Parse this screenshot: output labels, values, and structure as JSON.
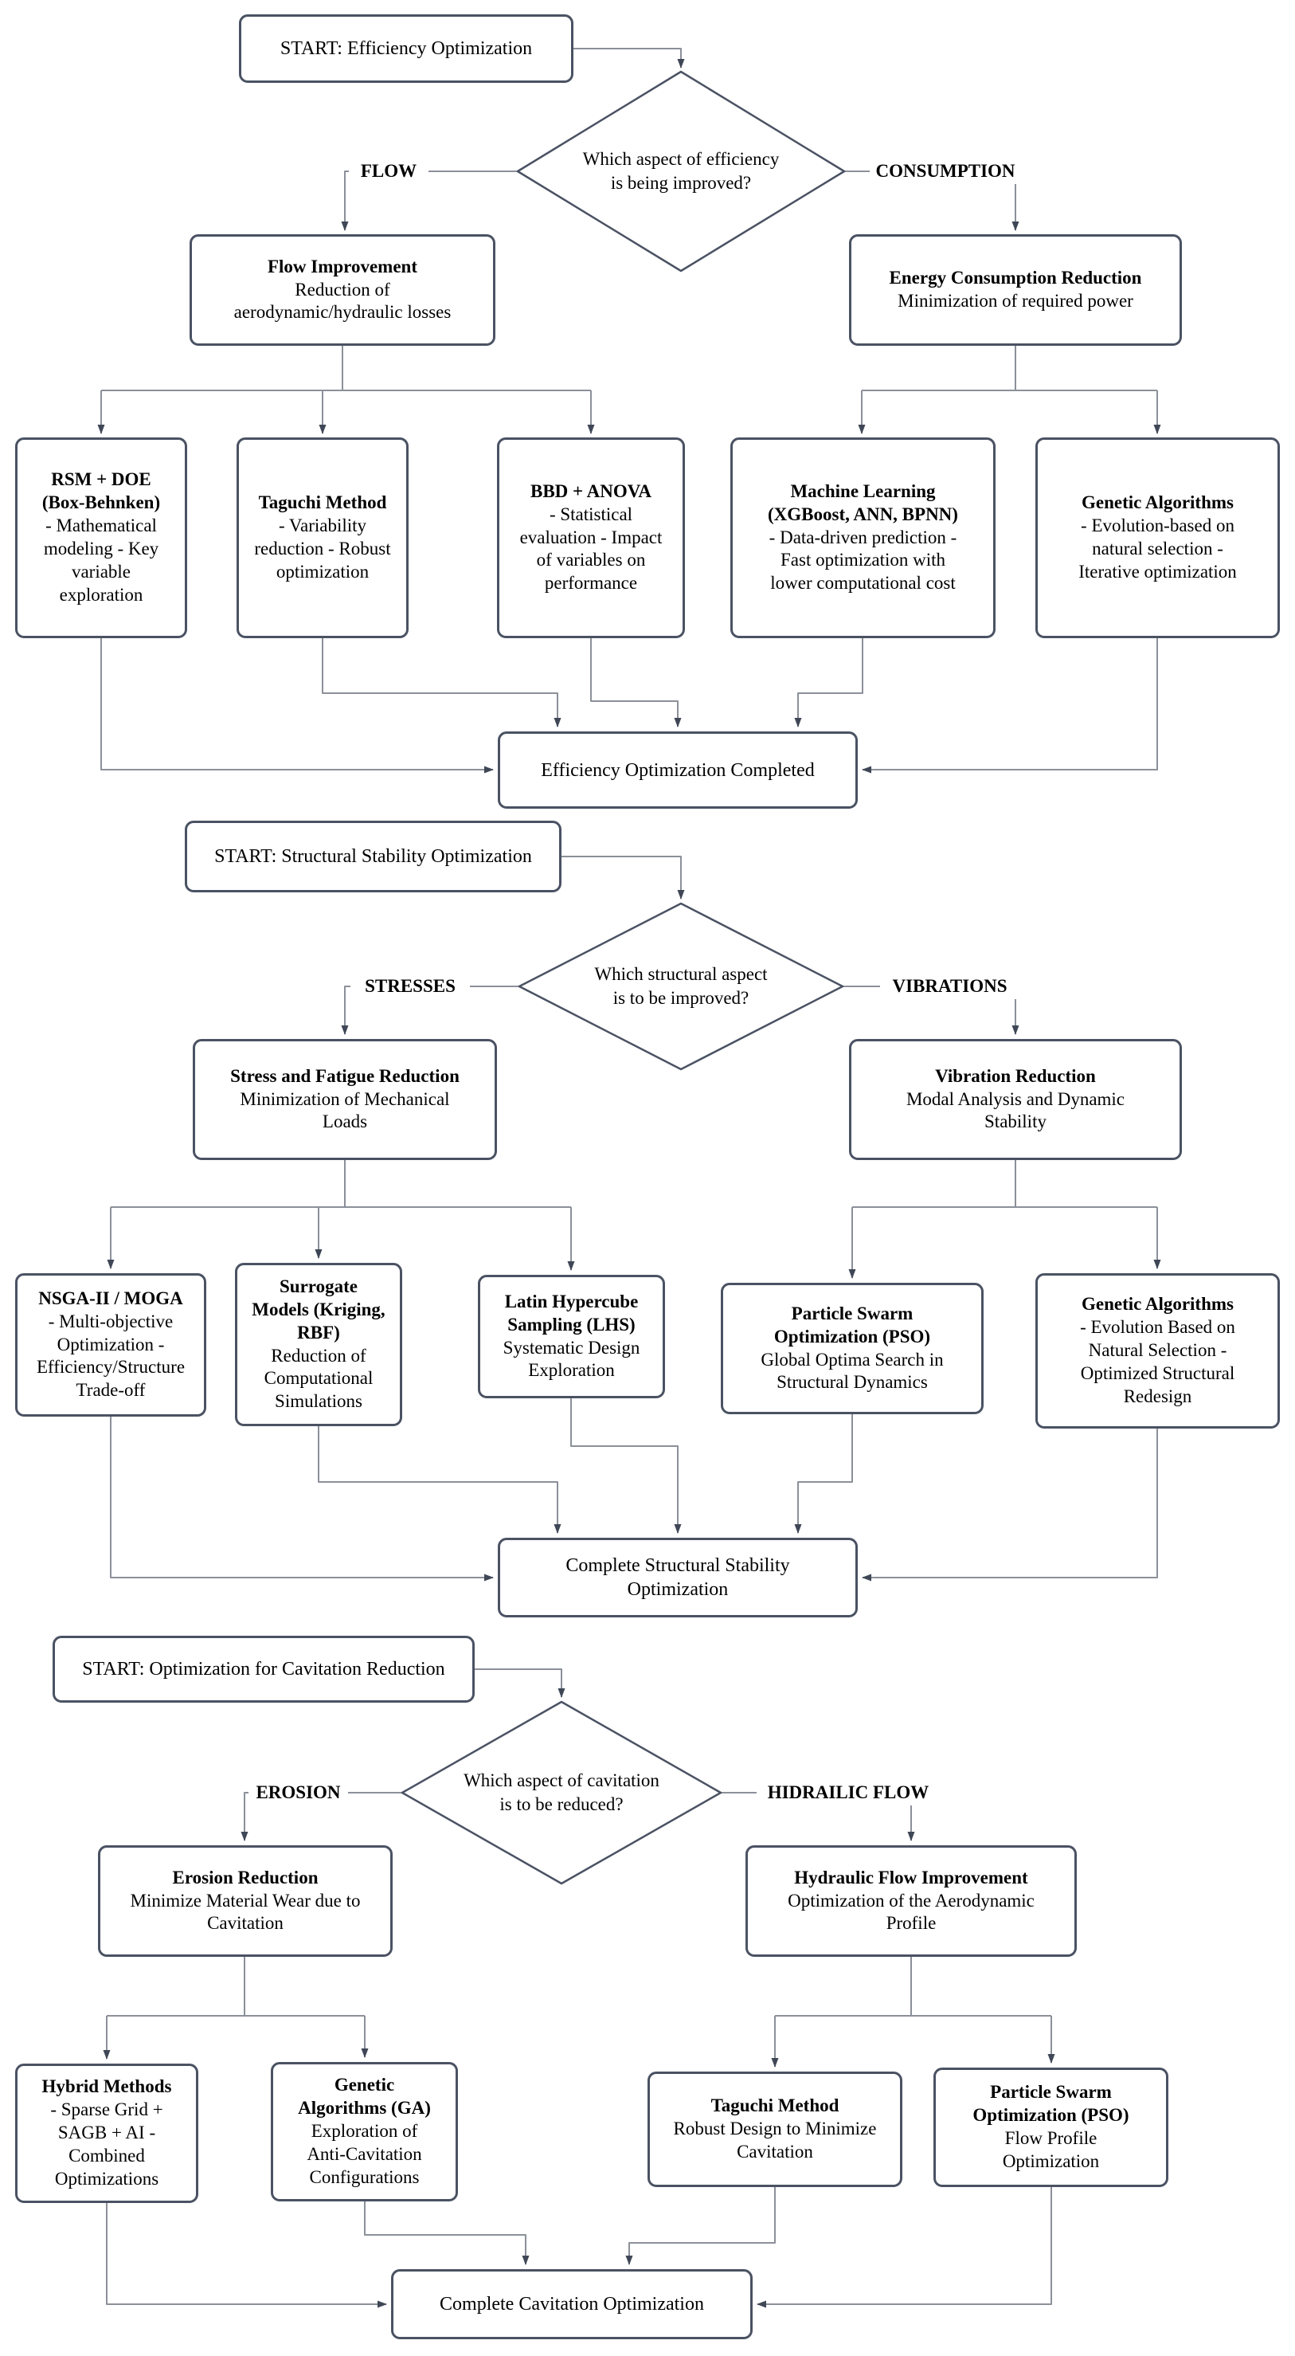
{
  "colors": {
    "box_border": "#4a5263",
    "line": "#8b9099",
    "arrowhead": "#3f4757",
    "background": "#ffffff",
    "text": "#000000"
  },
  "sections": [
    {
      "start": "START: Efficiency Optimization",
      "decision": "Which aspect of efficiency\nis being improved?",
      "left_label": "FLOW",
      "right_label": "CONSUMPTION",
      "left": {
        "title": "Flow Improvement",
        "desc": "Reduction of\naerodynamic/hydraulic losses"
      },
      "right": {
        "title": "Energy Consumption Reduction",
        "desc": "Minimization of required power"
      },
      "methods": [
        {
          "title": "RSM + DOE\n(Box-Behnken)",
          "desc": "- Mathematical\nmodeling - Key\nvariable\nexploration"
        },
        {
          "title": "Taguchi Method",
          "desc": "- Variability\nreduction - Robust\noptimization"
        },
        {
          "title": "BBD + ANOVA",
          "desc": "- Statistical\nevaluation - Impact\nof variables on\nperformance"
        },
        {
          "title": "Machine Learning\n(XGBoost, ANN, BPNN)",
          "desc": "- Data-driven prediction -\nFast optimization with\nlower computational cost"
        },
        {
          "title": "Genetic Algorithms",
          "desc": "- Evolution-based on\nnatural selection -\nIterative optimization"
        }
      ],
      "end": "Efficiency Optimization Completed"
    },
    {
      "start": "START: Structural Stability Optimization",
      "decision": "Which structural aspect\nis to be improved?",
      "left_label": "STRESSES",
      "right_label": "VIBRATIONS",
      "left": {
        "title": "Stress and Fatigue Reduction",
        "desc": "Minimization of Mechanical\nLoads"
      },
      "right": {
        "title": "Vibration Reduction",
        "desc": "Modal Analysis and Dynamic\nStability"
      },
      "methods": [
        {
          "title": "NSGA-II / MOGA",
          "desc": "- Multi-objective\nOptimization -\nEfficiency/Structure\nTrade-off"
        },
        {
          "title": "Surrogate\nModels (Kriging,\nRBF)",
          "desc": "Reduction of\nComputational\nSimulations"
        },
        {
          "title": "Latin Hypercube\nSampling (LHS)",
          "desc": "Systematic Design\nExploration"
        },
        {
          "title": "Particle Swarm\nOptimization (PSO)",
          "desc": "Global Optima Search in\nStructural Dynamics"
        },
        {
          "title": "Genetic Algorithms",
          "desc": "- Evolution Based on\nNatural Selection -\nOptimized Structural\nRedesign"
        }
      ],
      "end": "Complete Structural Stability\nOptimization"
    },
    {
      "start": "START: Optimization for Cavitation Reduction",
      "decision": "Which aspect of cavitation\nis to be reduced?",
      "left_label": "EROSION",
      "right_label": "HIDRAILIC FLOW",
      "left": {
        "title": "Erosion Reduction",
        "desc": "Minimize Material Wear due to\nCavitation"
      },
      "right": {
        "title": "Hydraulic Flow Improvement",
        "desc": "Optimization of the Aerodynamic\nProfile"
      },
      "methods": [
        {
          "title": "Hybrid Methods",
          "desc": "- Sparse Grid +\nSAGB + AI -\nCombined\nOptimizations"
        },
        {
          "title": "Genetic\nAlgorithms (GA)",
          "desc": "Exploration of\nAnti-Cavitation\nConfigurations"
        },
        {
          "title": "Taguchi Method",
          "desc": "Robust Design to Minimize\nCavitation"
        },
        {
          "title": "Particle Swarm\nOptimization (PSO)",
          "desc": "Flow Profile\nOptimization"
        }
      ],
      "end": "Complete Cavitation Optimization"
    }
  ]
}
